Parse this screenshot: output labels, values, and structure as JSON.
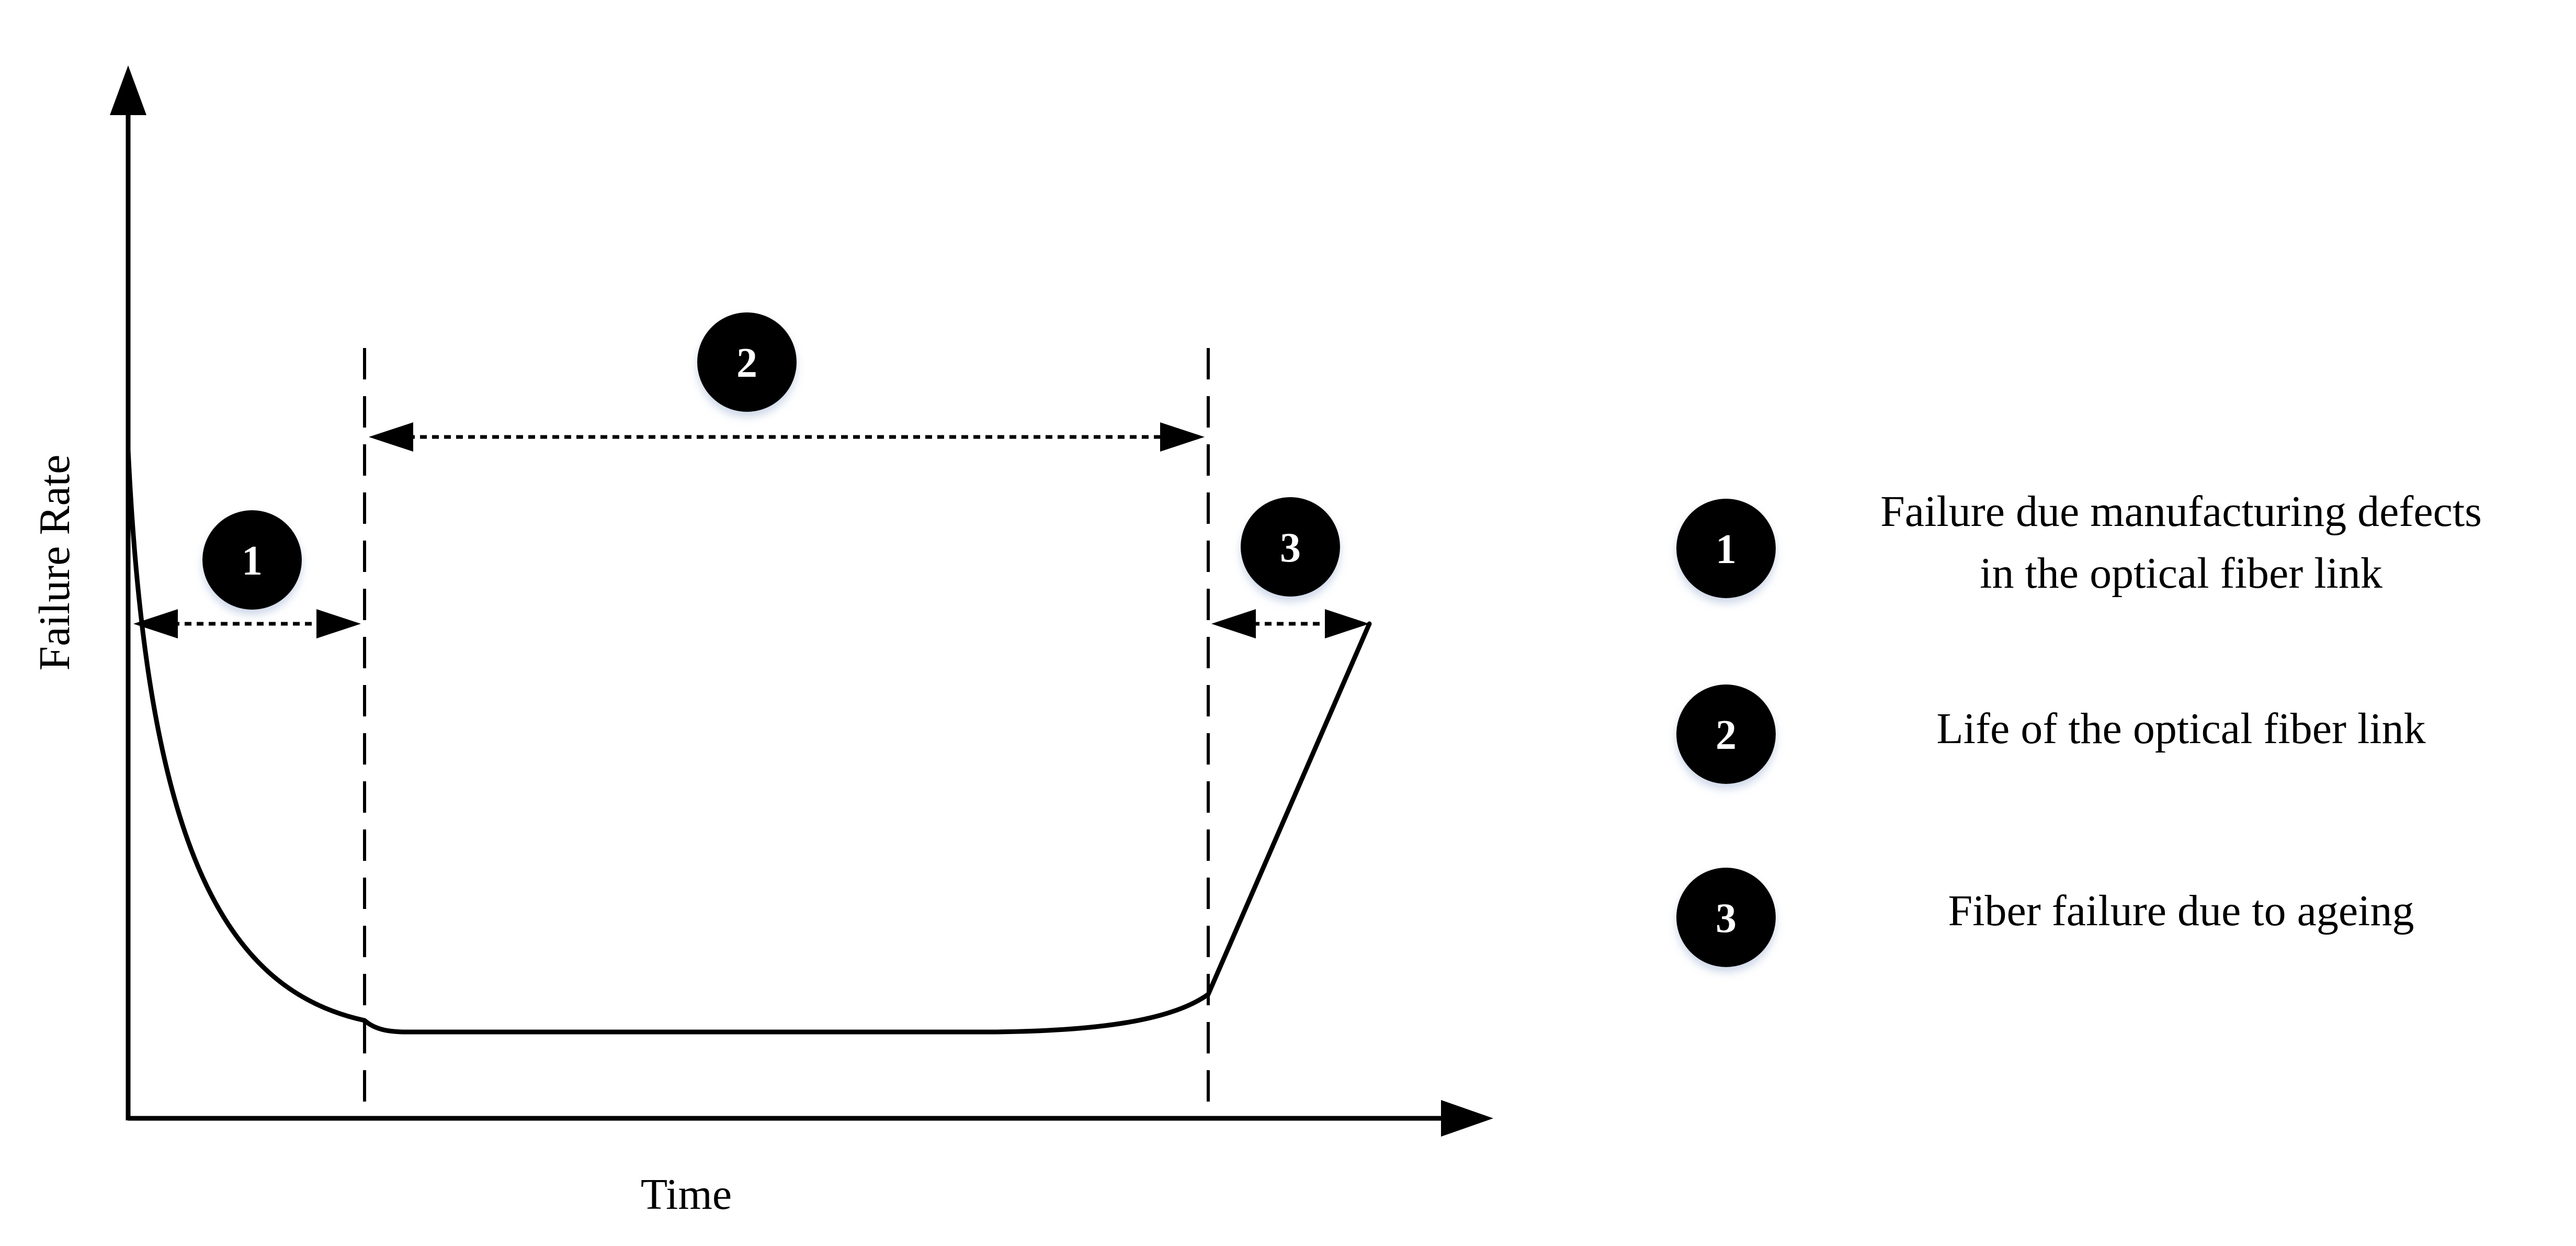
{
  "diagram": {
    "x_axis_label": "Time",
    "y_axis_label": "Failure Rate",
    "phase_markers": [
      {
        "number": "1"
      },
      {
        "number": "2"
      },
      {
        "number": "3"
      }
    ],
    "legend": [
      {
        "number": "1",
        "lines": [
          "Failure due manufacturing defects",
          "in the optical fiber link"
        ]
      },
      {
        "number": "2",
        "lines": [
          "Life of the optical fiber link"
        ]
      },
      {
        "number": "3",
        "lines": [
          "Fiber failure due to ageing"
        ]
      }
    ],
    "colors": {
      "ink": "#000000",
      "badge_fill": "#000000",
      "badge_text": "#ffffff"
    }
  }
}
